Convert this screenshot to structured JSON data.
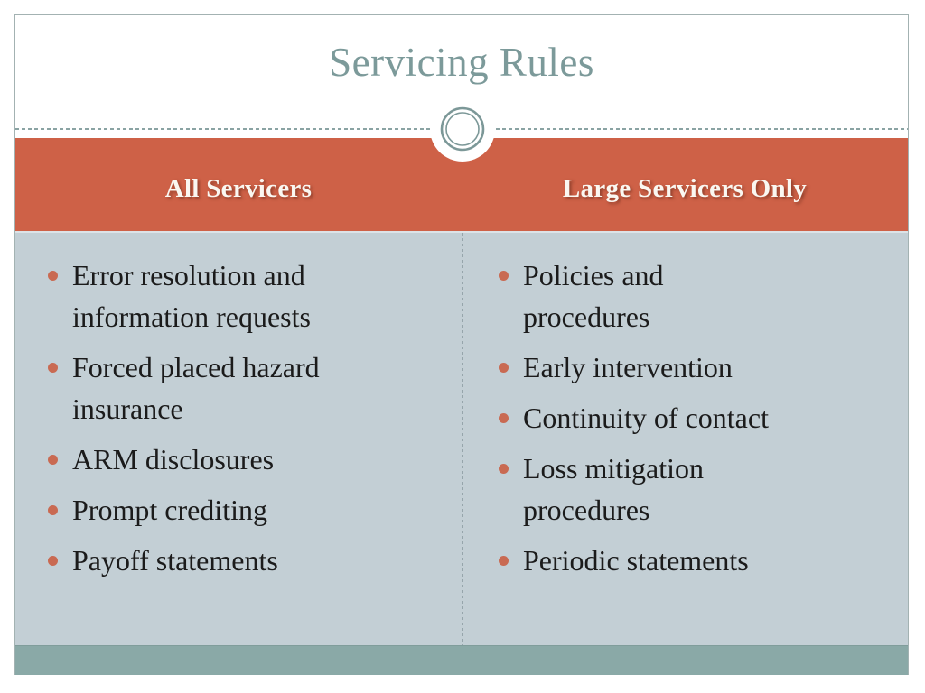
{
  "slide": {
    "title": "Servicing Rules",
    "columns": [
      {
        "header": "All Servicers",
        "bullets": [
          "Error resolution and\ninformation requests",
          "Forced placed hazard\ninsurance",
          "ARM disclosures",
          "Prompt crediting",
          "Payoff statements"
        ]
      },
      {
        "header": "Large Servicers Only",
        "bullets": [
          "Policies and\nprocedures",
          "Early intervention",
          "Continuity of contact",
          "Loss mitigation\nprocedures",
          "Periodic statements"
        ]
      }
    ],
    "ornament": "double-ring-circle",
    "colors": {
      "accent_orange": "#CE6147",
      "panel_gray_blue": "#C3CFD5",
      "footer_teal": "#8AA9A7",
      "title_teal": "#7C9A9A",
      "bullet_dot": "#C96A52",
      "body_text": "#1B1B1B",
      "slide_border": "#A3B2B2",
      "band_header_text": "#FAF7F1",
      "ring_stroke": "#7C9898"
    }
  }
}
